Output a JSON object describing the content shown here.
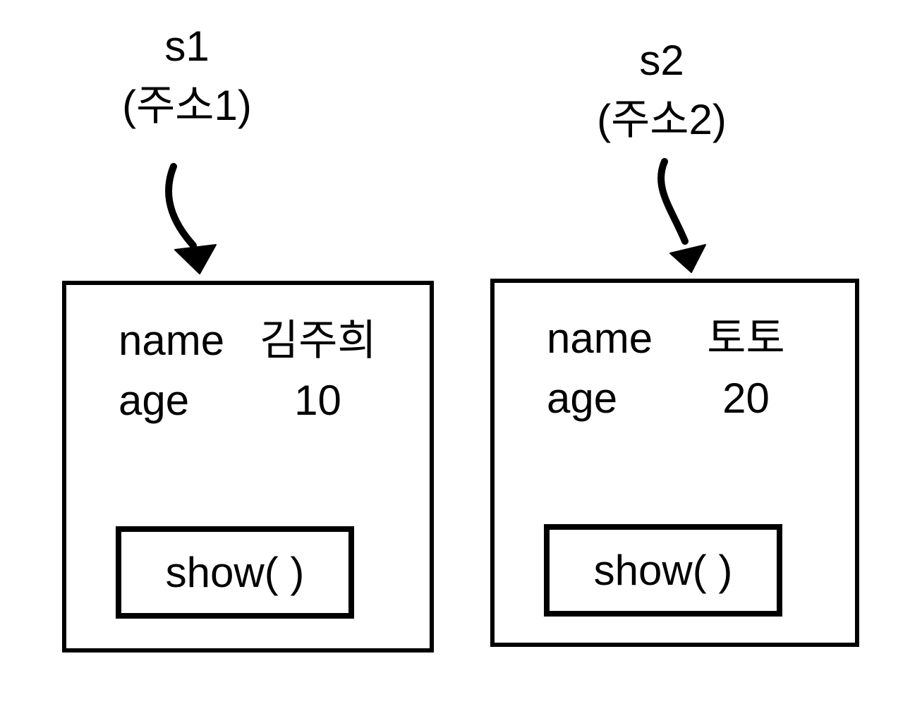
{
  "diagram": {
    "kind": "object-reference-diagram",
    "colors": {
      "ink": "#000000",
      "background": "#ffffff"
    },
    "icons": {
      "s1_pointer": "curved-down-arrow-icon",
      "s2_pointer": "curved-down-arrow-icon"
    },
    "objects": [
      {
        "ref": "s1",
        "address": "(주소1)",
        "fields": [
          {
            "label": "name",
            "value": "김주희"
          },
          {
            "label": "age",
            "value": "10"
          }
        ],
        "method": "show( )"
      },
      {
        "ref": "s2",
        "address": "(주소2)",
        "fields": [
          {
            "label": "name",
            "value": "토토"
          },
          {
            "label": "age",
            "value": "20"
          }
        ],
        "method": "show( )"
      }
    ]
  }
}
